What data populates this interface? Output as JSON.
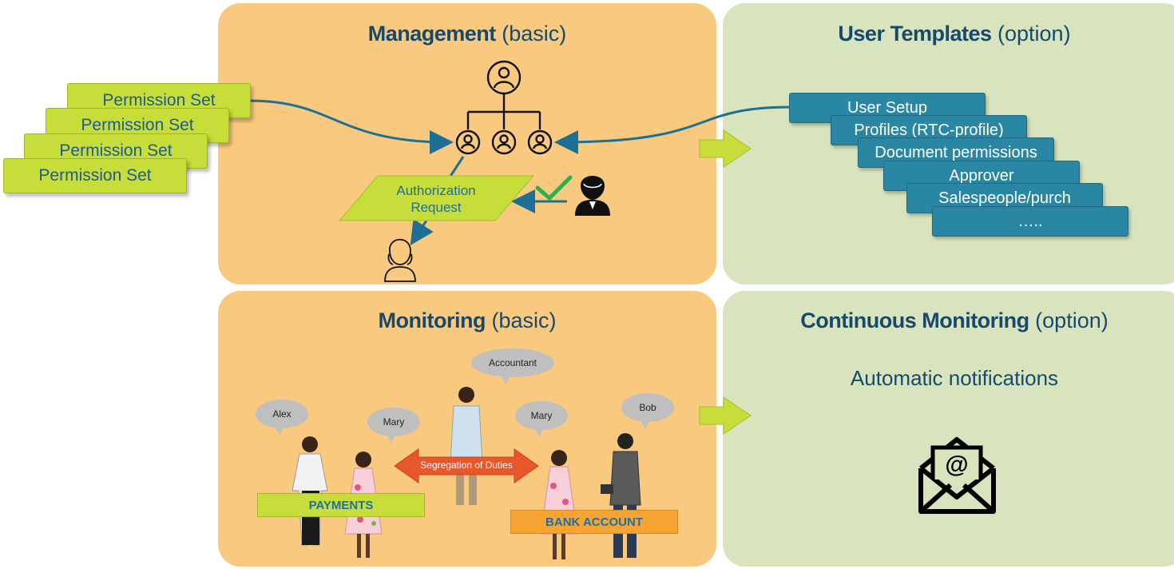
{
  "management": {
    "title_bold": "Management",
    "title_rest": " (basic)",
    "auth_request": "Authorization Request"
  },
  "user_templates": {
    "title_bold": "User Templates",
    "title_rest": " (option)",
    "items": [
      "User Setup",
      "Profiles (RTC-profile)",
      "Document permissions",
      "Approver",
      "Salespeople/purch",
      "….."
    ]
  },
  "permission_sets": [
    "Permission Set",
    "Permission Set",
    "Permission Set",
    "Permission Set"
  ],
  "monitoring": {
    "title_bold": "Monitoring",
    "title_rest": " (basic)",
    "bubbles": {
      "accountant": "Accountant",
      "alex": "Alex",
      "mary_left": "Mary",
      "mary_right": "Mary",
      "bob": "Bob"
    },
    "segregation": "Segregation of Duties",
    "payments": "PAYMENTS",
    "bank_account": "BANK ACCOUNT"
  },
  "continuous": {
    "title_bold": "Continuous Monitoring",
    "title_rest": " (option)",
    "notifications": "Automatic notifications"
  },
  "colors": {
    "orange_panel": "#f9c97f",
    "green_panel": "#d8e4bd",
    "lime": "#c7dd3a",
    "teal": "#2a87a4",
    "title": "#16496b"
  },
  "icons": [
    "org-chart-icon",
    "user-circle-icon",
    "manager-icon",
    "checkmark-icon",
    "woman-icon",
    "email-envelope-icon",
    "right-arrow-icon"
  ]
}
